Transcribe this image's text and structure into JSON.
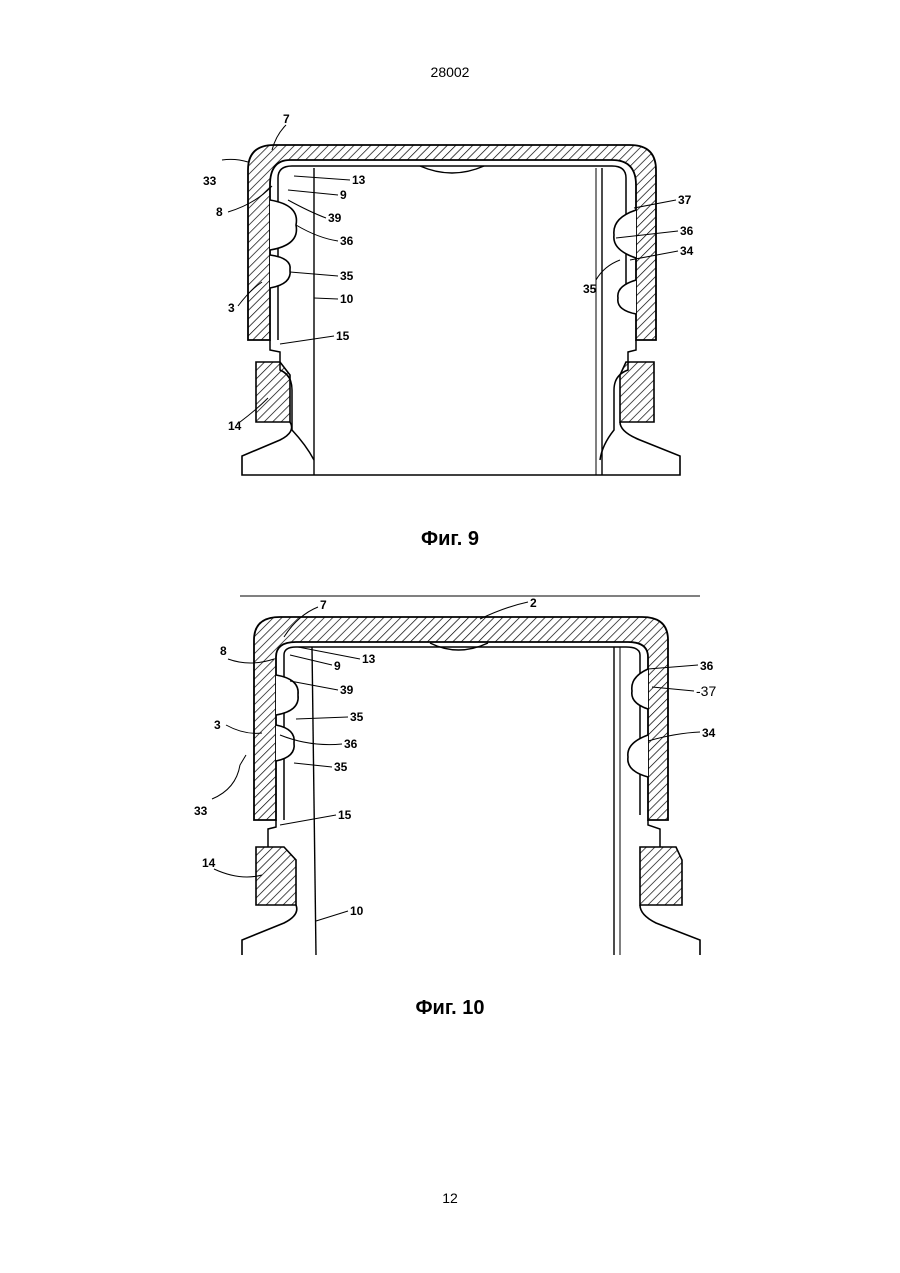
{
  "document": {
    "number": "28002",
    "page": "12"
  },
  "figures": [
    {
      "caption": "Фиг. 9",
      "labels": {
        "l7": "7",
        "l33": "33",
        "l8": "8",
        "l13": "13",
        "l9": "9",
        "l39": "39",
        "l36a": "36",
        "l35a": "35",
        "l3": "3",
        "l10": "10",
        "l15": "15",
        "l14": "14",
        "l37": "37",
        "l36b": "36",
        "l34": "34",
        "l35b": "35"
      }
    },
    {
      "caption": "Фиг. 10",
      "labels": {
        "l2": "2",
        "l7": "7",
        "l8": "8",
        "l9": "9",
        "l13": "13",
        "l39": "39",
        "l3": "3",
        "l35a": "35",
        "l36a": "36",
        "l35b": "35",
        "l33": "33",
        "l15": "15",
        "l14": "14",
        "l10": "10",
        "l36b": "36",
        "l37": "-37",
        "l34": "34"
      }
    }
  ]
}
